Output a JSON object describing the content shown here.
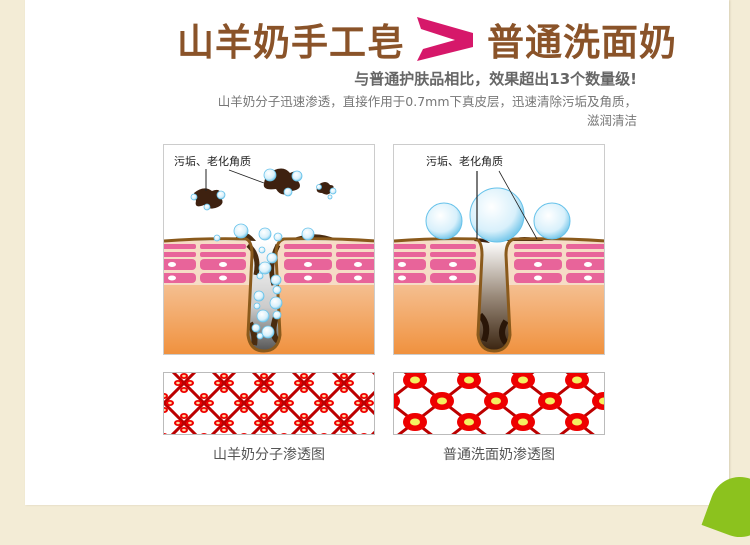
{
  "headline": {
    "left": "山羊奶手工皂",
    "right": "普通洗面奶"
  },
  "subtitle": "与普通护肤品相比，效果超出13个数量级!",
  "description": "山羊奶分子迅速渗透，直接作用于0.7mm下真皮层，迅速清除污垢及角质，滋润清洁",
  "diagrams": [
    {
      "label": "污垢、老化角质",
      "caption": "山羊奶分子渗透图"
    },
    {
      "label": "污垢、老化角质",
      "caption": "普通洗面奶渗透图"
    }
  ],
  "colors": {
    "brand": "#8a5329",
    "accent": "#d6186a",
    "skin_pink": "#e8649a",
    "background": "#f3ecd6"
  }
}
